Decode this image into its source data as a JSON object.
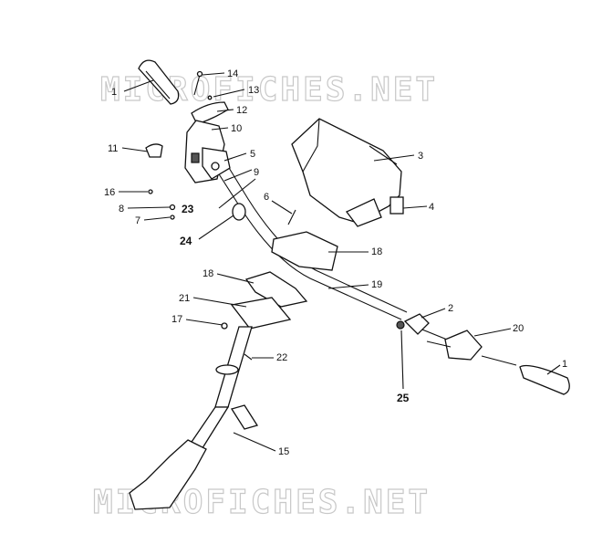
{
  "watermark": {
    "top": "MICROFICHES.NET",
    "bottom": "MICROFICHES.NET"
  },
  "callouts": [
    {
      "id": "c1a",
      "text": "1"
    },
    {
      "id": "c14",
      "text": "14"
    },
    {
      "id": "c13",
      "text": "13"
    },
    {
      "id": "c12",
      "text": "12"
    },
    {
      "id": "c10",
      "text": "10"
    },
    {
      "id": "c11",
      "text": "11"
    },
    {
      "id": "c5",
      "text": "5"
    },
    {
      "id": "c9",
      "text": "9"
    },
    {
      "id": "c16",
      "text": "16"
    },
    {
      "id": "c23",
      "text": "23"
    },
    {
      "id": "c8",
      "text": "8"
    },
    {
      "id": "c7",
      "text": "7"
    },
    {
      "id": "c3",
      "text": "3"
    },
    {
      "id": "c4",
      "text": "4"
    },
    {
      "id": "c6",
      "text": "6"
    },
    {
      "id": "c24",
      "text": "24"
    },
    {
      "id": "c18a",
      "text": "18"
    },
    {
      "id": "c18b",
      "text": "18"
    },
    {
      "id": "c19",
      "text": "19"
    },
    {
      "id": "c21",
      "text": "21"
    },
    {
      "id": "c2",
      "text": "2"
    },
    {
      "id": "c17",
      "text": "17"
    },
    {
      "id": "c20",
      "text": "20"
    },
    {
      "id": "c22",
      "text": "22"
    },
    {
      "id": "c1b",
      "text": "1"
    },
    {
      "id": "c25",
      "text": "25"
    },
    {
      "id": "c15",
      "text": "15"
    }
  ]
}
